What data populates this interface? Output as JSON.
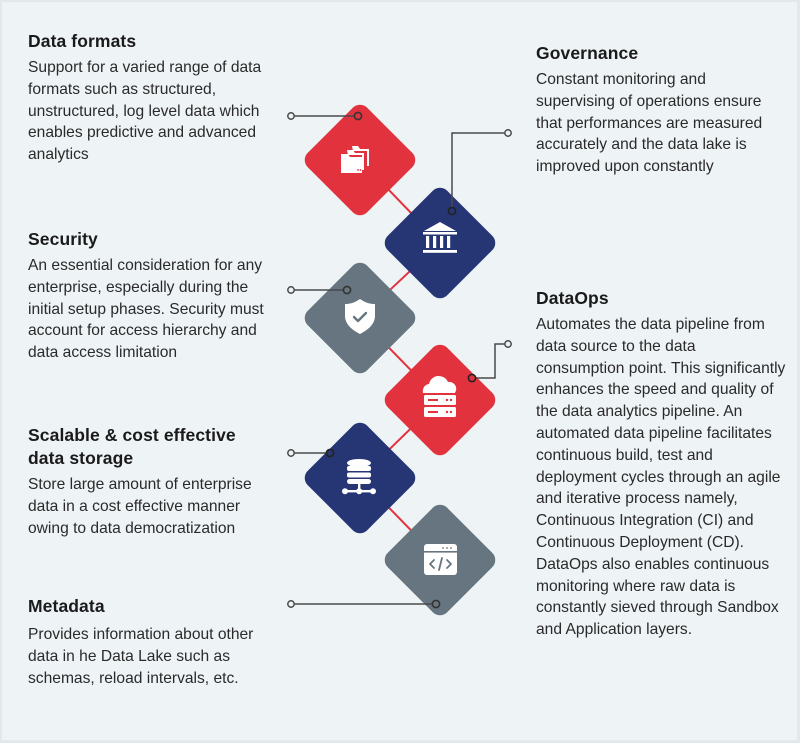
{
  "colors": {
    "background": "#eef3f6",
    "red": "#e2323e",
    "navy": "#263574",
    "gray": "#66757f",
    "connector_red": "#e2323e",
    "leader_line": "#4a4a4a"
  },
  "left_items": [
    {
      "title": "Data formats",
      "description": "Support for a varied range of data formats such as structured, unstructured, log level data which enables predictive and advanced analytics",
      "icon": "folders-icon",
      "color": "red"
    },
    {
      "title": "Security",
      "description": "An essential consideration for any enterprise, especially during the initial setup phases. Security must account for access hierarchy and data access limitation",
      "icon": "shield-check-icon",
      "color": "gray"
    },
    {
      "title": "Scalable & cost effective data storage",
      "description": "Store large amount of enterprise data in a cost effective manner owing to data democratization",
      "icon": "database-network-icon",
      "color": "navy"
    },
    {
      "title": "Metadata",
      "description": "Provides information about other data in he Data Lake such as schemas, reload intervals, etc.",
      "icon": "code-window-icon",
      "color": "gray"
    }
  ],
  "right_items": [
    {
      "title": "Governance",
      "description": "Constant monitoring and supervising of operations ensure that performances are measured accurately and the data lake is improved upon constantly",
      "icon": "bank-building-icon",
      "color": "navy"
    },
    {
      "title": "DataOps",
      "description": "Automates the data pipeline from data source to the data consumption point. This significantly enhances the speed and quality of the data analytics pipeline. An automated data pipeline facilitates continuous build, test and deployment cycles through an agile and iterative process namely, Continuous Integration (CI) and Continuous Deployment (CD). DataOps also enables continuous monitoring where raw data is constantly sieved through Sandbox and Application layers.",
      "icon": "cloud-server-icon",
      "color": "red"
    }
  ]
}
